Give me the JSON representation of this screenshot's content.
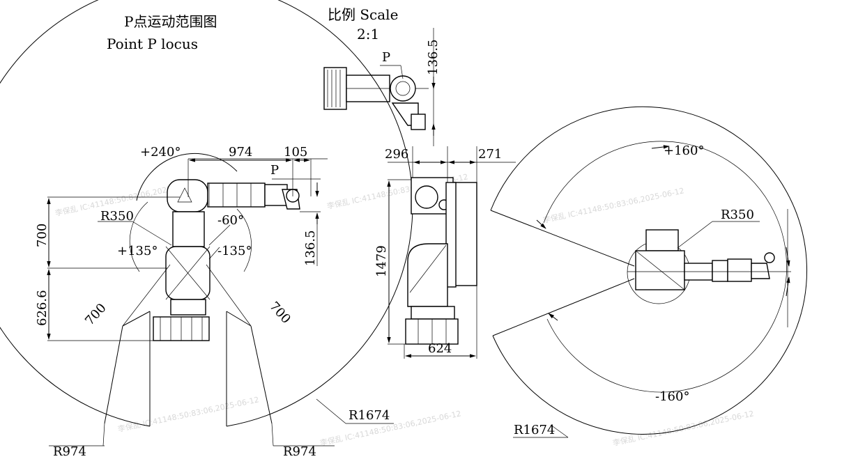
{
  "title": {
    "locus_cn": "P点运动范围图",
    "locus_en": "Point P locus",
    "scale_label": "比例 Scale",
    "scale_value": "2:1"
  },
  "top_view": {
    "point_label": "P",
    "offset_dim": "136.5"
  },
  "side_view_left": {
    "angle_top": "+240°",
    "reach_dim": "974",
    "wrist_dim": "105",
    "point_label": "P",
    "radius_inner": "R350",
    "angle_minus60": "-60°",
    "angle_plus135": "+135°",
    "angle_minus135": "-135°",
    "height_upper": "700",
    "height_lower": "626.6",
    "offset_dim": "136.5",
    "diag_left": "700",
    "diag_right": "700",
    "radius_outer": "R1674",
    "radius_mid_left": "R974",
    "radius_mid_right": "R974"
  },
  "front_view": {
    "width_top_left": "296",
    "width_top_right": "271",
    "height_total": "1479",
    "base_width": "624"
  },
  "plan_view": {
    "angle_plus": "+160°",
    "angle_minus": "-160°",
    "radius_inner": "R350",
    "radius_outer": "R1674"
  },
  "watermark": "李保乱 IC:41148:50:83:06,2025-06-12"
}
